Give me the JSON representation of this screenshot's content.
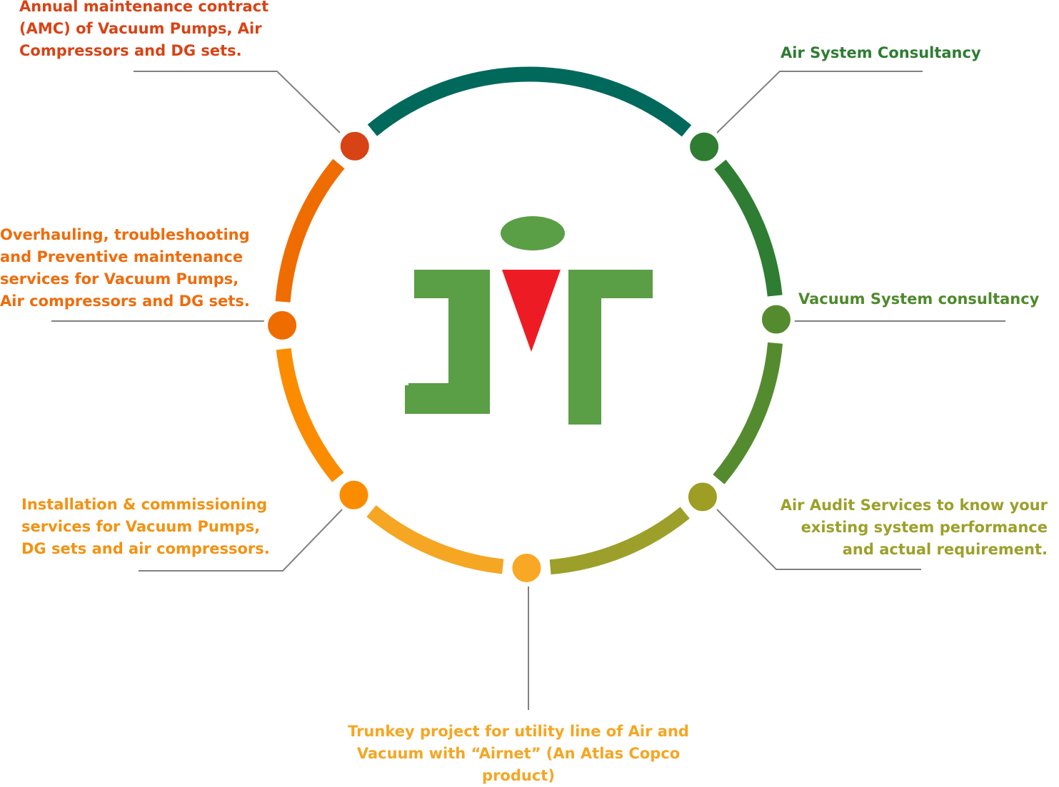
{
  "services": [
    {
      "id": "amc",
      "color": "#d84315",
      "lines": [
        "Annual maintenance contract",
        "(AMC) of Vacuum Pumps, Air",
        "Compressors and DG sets."
      ]
    },
    {
      "id": "air-system-consultancy",
      "color": "#2e7d32",
      "lines": [
        "Air System Consultancy"
      ]
    },
    {
      "id": "vacuum-system-consultancy",
      "color": "#4e8a2c",
      "lines": [
        "Vacuum System consultancy"
      ]
    },
    {
      "id": "air-audit",
      "color": "#9ca02a",
      "lines": [
        "Air Audit Services to know your",
        "existing system performance",
        "and actual requirement."
      ]
    },
    {
      "id": "trunkey-project",
      "color": "#f5a623",
      "lines": [
        "Trunkey project for utility line of Air and",
        "Vacuum with “Airnet” (An Atlas Copco",
        "product)"
      ]
    },
    {
      "id": "installation",
      "color": "#f39212",
      "lines": [
        "Installation & commissioning",
        "services for Vacuum Pumps,",
        "DG sets and air compressors."
      ]
    },
    {
      "id": "overhauling",
      "color": "#ee6c0c",
      "lines": [
        "Overhauling, troubleshooting",
        "and Preventive maintenance",
        "services for Vacuum Pumps,",
        "Air compressors and DG sets."
      ]
    }
  ],
  "ring": {
    "arc_colors": [
      "#00695c",
      "#2e7d32",
      "#558b2f",
      "#9ca02a",
      "#f5a623",
      "#fb8c00",
      "#ef6c00"
    ],
    "node_colors": [
      "#d84315",
      "#2e7d32",
      "#558b2f",
      "#9e9d24",
      "#f9a825",
      "#fb8c00",
      "#ef6c00"
    ],
    "line_color": "#808080"
  },
  "logo": {
    "name": "JT logo",
    "colors": {
      "green": "#5a9e46",
      "red": "#ed1c24"
    }
  }
}
